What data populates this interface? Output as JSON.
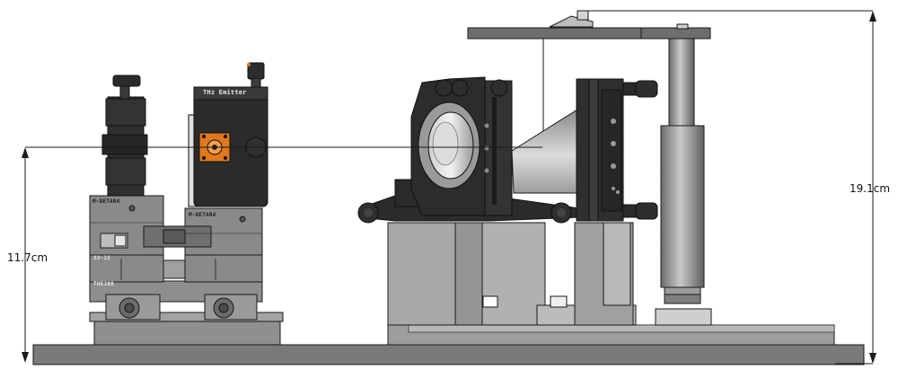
{
  "dimensions": {
    "height_left": "11.7cm",
    "height_right": "19.1cm"
  },
  "component_labels": {
    "stage_upper": "M-DETAR4",
    "stage_lower": "M-DETAR4",
    "stage_code": "33-15",
    "stage_base": "THEJ88",
    "emitter": "THz Emitter"
  },
  "colors": {
    "background": "#ffffff",
    "outline": "#1a1a1a",
    "mount_black": "#2b2b2b",
    "stage_gray": "#8e8e8e",
    "base_plate": "#7a7a7a",
    "pedestal": "#a9a9a9",
    "connector_orange": "#e0781e"
  }
}
